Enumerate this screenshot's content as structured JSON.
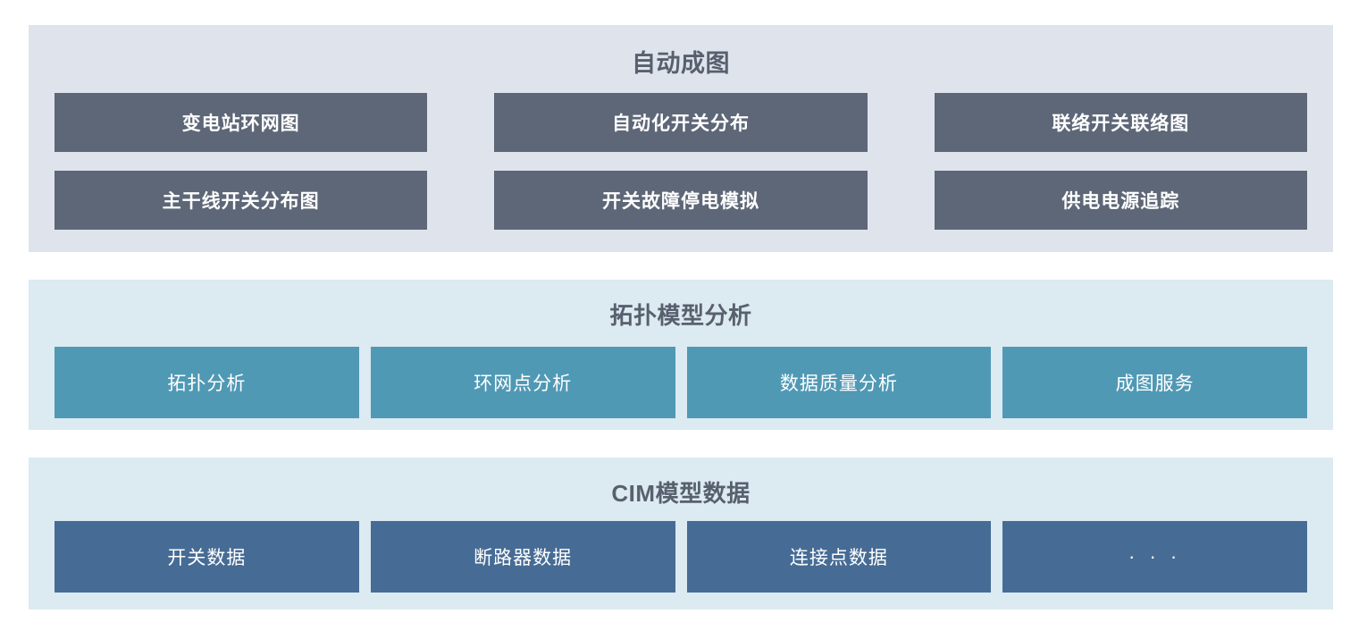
{
  "panels": [
    {
      "id": "auto-mapping",
      "title": "自动成图",
      "background": "#dfe3ec",
      "button_color": "#5e6778",
      "rows": [
        [
          {
            "label": "变电站环网图"
          },
          {
            "label": "自动化开关分布"
          },
          {
            "label": "联络开关联络图"
          }
        ],
        [
          {
            "label": "主干线开关分布图"
          },
          {
            "label": "开关故障停电模拟"
          },
          {
            "label": "供电电源追踪"
          }
        ]
      ]
    },
    {
      "id": "topology-model-analysis",
      "title": "拓扑模型分析",
      "background": "#dceaf1",
      "button_color": "#5099b5",
      "rows": [
        [
          {
            "label": "拓扑分析"
          },
          {
            "label": "环网点分析"
          },
          {
            "label": "数据质量分析"
          },
          {
            "label": "成图服务"
          }
        ]
      ]
    },
    {
      "id": "cim-model-data",
      "title": "CIM模型数据",
      "background": "#dceaf1",
      "button_color": "#466c95",
      "rows": [
        [
          {
            "label": "开关数据"
          },
          {
            "label": "断路器数据"
          },
          {
            "label": "连接点数据"
          },
          {
            "label": "· · ·"
          }
        ]
      ]
    }
  ],
  "colors": {
    "page_background": "#ffffff",
    "title_text": "#58606e",
    "button_text": "#ffffff",
    "panel_automap_bg": "#dfe3ec",
    "panel_light_bg": "#dceaf1",
    "button_slate": "#5e6778",
    "button_teal": "#5099b5",
    "button_steel": "#466c95"
  }
}
